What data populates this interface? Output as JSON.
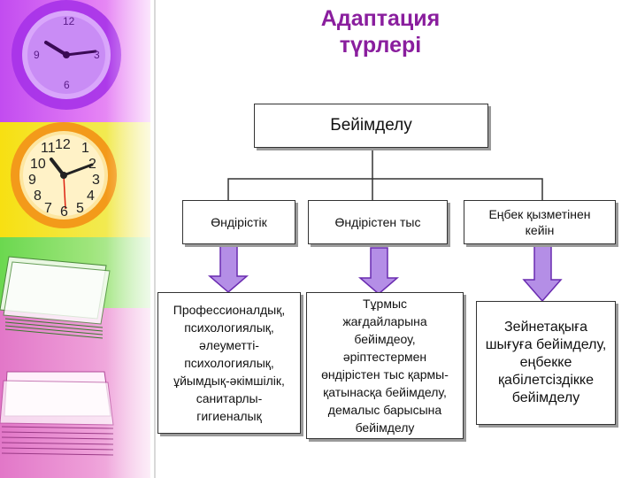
{
  "title": {
    "line1": "Адаптация",
    "line2": "түрлері"
  },
  "root": {
    "label": "Бейімделу"
  },
  "categories": [
    {
      "label": "Өндірістік"
    },
    {
      "label": "Өндірістен тыс"
    },
    {
      "label": "Еңбек қызметінен кейін"
    }
  ],
  "descriptions": [
    {
      "lines": [
        "Профессионалдық,",
        "психологиялық,",
        "әлеуметті-",
        "психологиялық,",
        "ұйымдық-әкімшілік,",
        "санитарлы-",
        "гигиеналық"
      ]
    },
    {
      "lines": [
        "Тұрмыс",
        "жағдайларына",
        "бейімдеоу,",
        "әріптестермен",
        "өндірістен тыс қармы-",
        "қатынасқа бейімделу,",
        "демалыс барысына",
        "бейімделу"
      ]
    },
    {
      "lines": [
        "Зейнетақыға",
        "шығуға бейімделу,",
        "еңбекке",
        "қабілетсіздікке",
        "бейімделу"
      ]
    }
  ],
  "colors": {
    "title": "#8a1e9e",
    "arrow_fill": "#b48ee6",
    "arrow_stroke": "#6a2bb0"
  },
  "decor": {
    "left_strip": [
      "clock-purple",
      "clock-orange",
      "paper-stack"
    ]
  }
}
